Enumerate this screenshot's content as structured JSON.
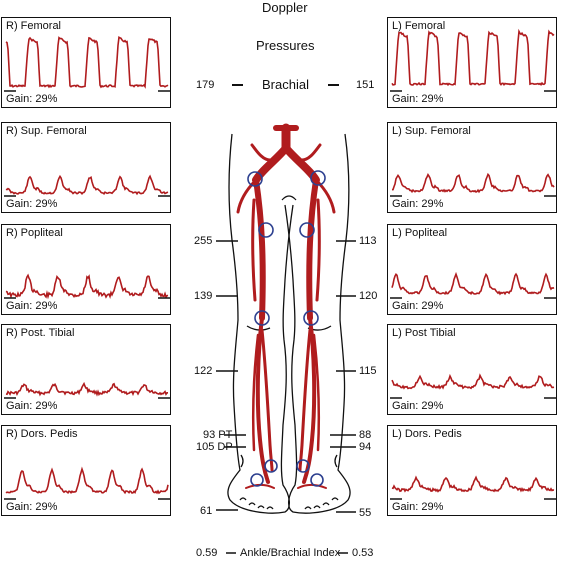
{
  "header": {
    "doppler": "Doppler",
    "pressures": "Pressures",
    "brachial": "Brachial"
  },
  "brachial": {
    "right": "179",
    "left": "151"
  },
  "right_panels": [
    {
      "title": "R) Femoral",
      "gain": "Gain: 29%"
    },
    {
      "title": "R) Sup. Femoral",
      "gain": "Gain: 29%"
    },
    {
      "title": "R) Popliteal",
      "gain": "Gain: 29%"
    },
    {
      "title": "R) Post. Tibial",
      "gain": "Gain: 29%"
    },
    {
      "title": "R) Dors. Pedis",
      "gain": "Gain: 29%"
    }
  ],
  "left_panels": [
    {
      "title": "L) Femoral",
      "gain": "Gain: 29%"
    },
    {
      "title": "L) Sup. Femoral",
      "gain": "Gain: 29%"
    },
    {
      "title": "L) Popliteal",
      "gain": "Gain: 29%"
    },
    {
      "title": "L) Post Tibial",
      "gain": "Gain: 29%"
    },
    {
      "title": "L) Dors. Pedis",
      "gain": "Gain: 29%"
    }
  ],
  "right_pressures": {
    "high_thigh": "255",
    "above_knee": "139",
    "below_knee": "122",
    "pt": "93 PT",
    "dp": "105 DP",
    "toe": "61"
  },
  "left_pressures": {
    "high_thigh": "113",
    "above_knee": "120",
    "below_knee": "115",
    "pt": "88",
    "dp": "94",
    "toe": "55"
  },
  "abi": {
    "right": "0.59",
    "label": "Ankle/Brachial Index",
    "left": "0.53"
  },
  "colors": {
    "artery": "#b01c1e",
    "waveform": "#b01c1e",
    "probe": "#2c3f8f",
    "ink": "#111111"
  }
}
